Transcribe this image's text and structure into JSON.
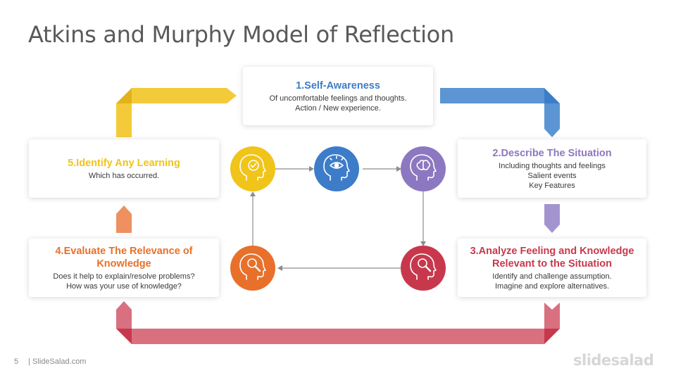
{
  "title": "Atkins and Murphy Model of Reflection",
  "colors": {
    "blue": "#3d7cc9",
    "purple": "#8c78c0",
    "red": "#c8384c",
    "orange": "#e8702a",
    "yellow": "#f0c419"
  },
  "steps": [
    {
      "title": "1.Self-Awareness",
      "lines": [
        "Of uncomfortable feelings and thoughts.",
        "Action / New experience."
      ],
      "icon": "head-eye-icon"
    },
    {
      "title": "2.Describe The Situation",
      "lines": [
        "Including thoughts and feelings",
        "Salient events",
        "Key Features"
      ],
      "icon": "head-brain-icon"
    },
    {
      "title": "3.Analyze Feeling and Knowledge Relevant to the Situation",
      "lines": [
        "Identify and challenge assumption.",
        "Imagine and explore alternatives."
      ],
      "icon": "head-magnifier-icon"
    },
    {
      "title": "4.Evaluate The Relevance of Knowledge",
      "lines": [
        "Does it help to explain/resolve problems?",
        "How was your use of knowledge?"
      ],
      "icon": "head-magnifier-icon"
    },
    {
      "title": "5.Identify Any Learning",
      "lines": [
        "Which has occurred."
      ],
      "icon": "head-check-icon"
    }
  ],
  "footer": {
    "page": "5",
    "source": "| SlideSalad.com"
  },
  "brand": "slidesalad"
}
